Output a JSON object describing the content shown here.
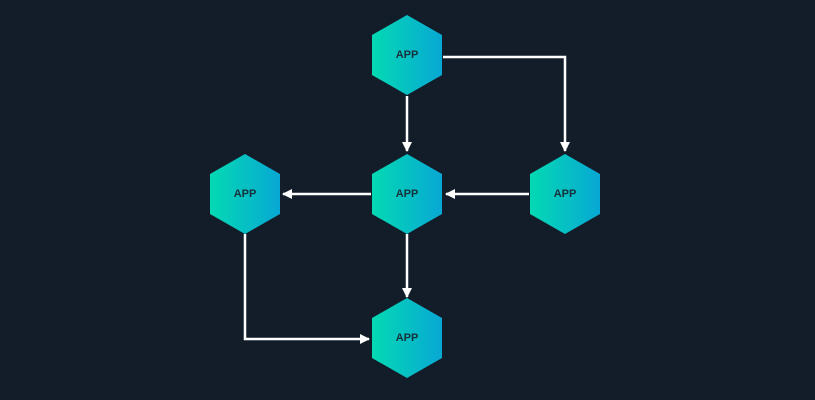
{
  "diagram": {
    "nodes": [
      {
        "id": "top",
        "label": "APP"
      },
      {
        "id": "center",
        "label": "APP"
      },
      {
        "id": "left",
        "label": "APP"
      },
      {
        "id": "right",
        "label": "APP"
      },
      {
        "id": "bottom",
        "label": "APP"
      }
    ],
    "edges": [
      {
        "from": "top",
        "to": "center"
      },
      {
        "from": "top",
        "to": "right"
      },
      {
        "from": "right",
        "to": "center"
      },
      {
        "from": "center",
        "to": "left"
      },
      {
        "from": "center",
        "to": "bottom"
      },
      {
        "from": "left",
        "to": "bottom"
      }
    ]
  },
  "colors": {
    "background": "#131d29",
    "hexagon_start": "#04d9b3",
    "hexagon_end": "#07a8d3",
    "label": "#17313a",
    "edge": "#ffffff"
  }
}
